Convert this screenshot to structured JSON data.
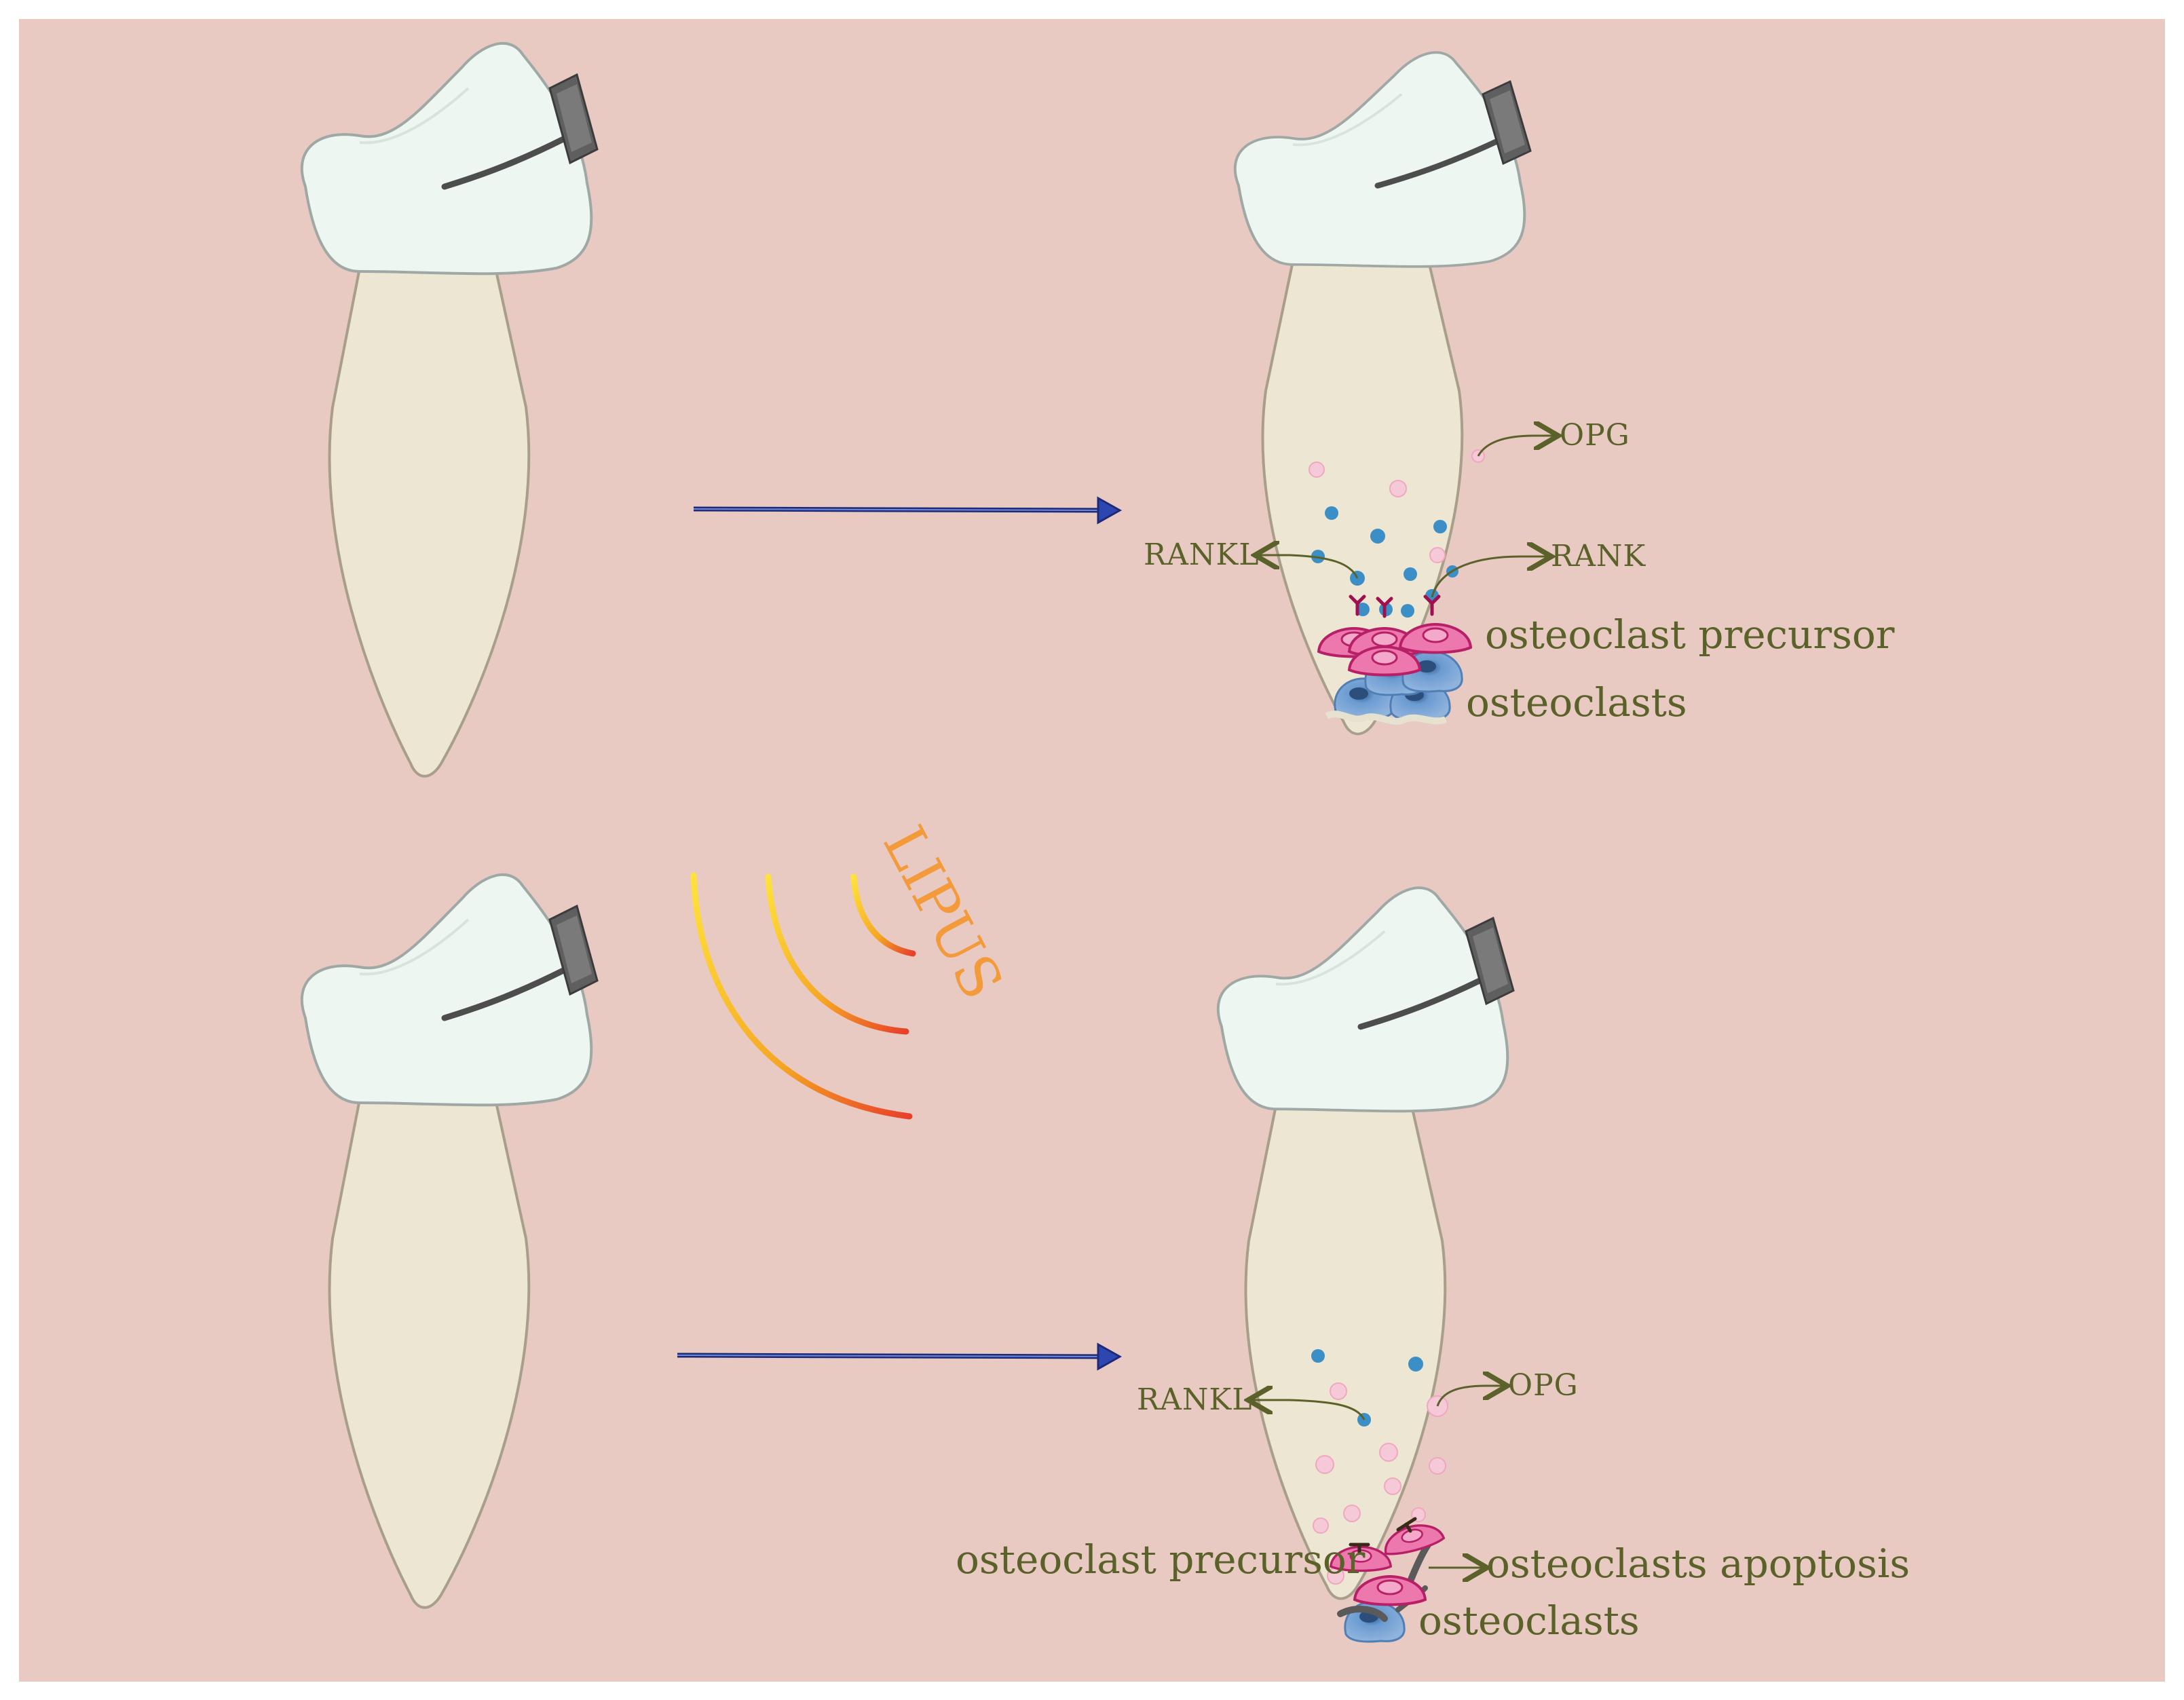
{
  "labels": {
    "opg": "OPG",
    "rankl": "RANKL",
    "rank": "RANK",
    "osteoclast_precursor": "osteoclast precursor",
    "osteoclasts": "osteoclasts",
    "osteoclasts_apoptosis": "osteoclasts apoptosis",
    "lipus": "LIPUS"
  },
  "colors": {
    "background": "#e8cac3",
    "crown": "#eef6f1",
    "root": "#ede6d2",
    "bracket": "#5f5f5f",
    "wire": "#4d4d4d",
    "arrow": "#1e2a78",
    "rankl_dot": "#3b8fc6",
    "opg_dot": "#f6c9d8",
    "precursor_cell": "#e96aa1",
    "osteoclast_cell": "#6b9bd1",
    "label_text": "#5b6229",
    "lipus_gradient": [
      "#ffe23b",
      "#f5a623",
      "#e8402a"
    ]
  },
  "icons": {
    "tooth": "tooth-icon",
    "bracket": "orthodontic-bracket-icon",
    "ultrasound": "ultrasound-wave-icon"
  }
}
